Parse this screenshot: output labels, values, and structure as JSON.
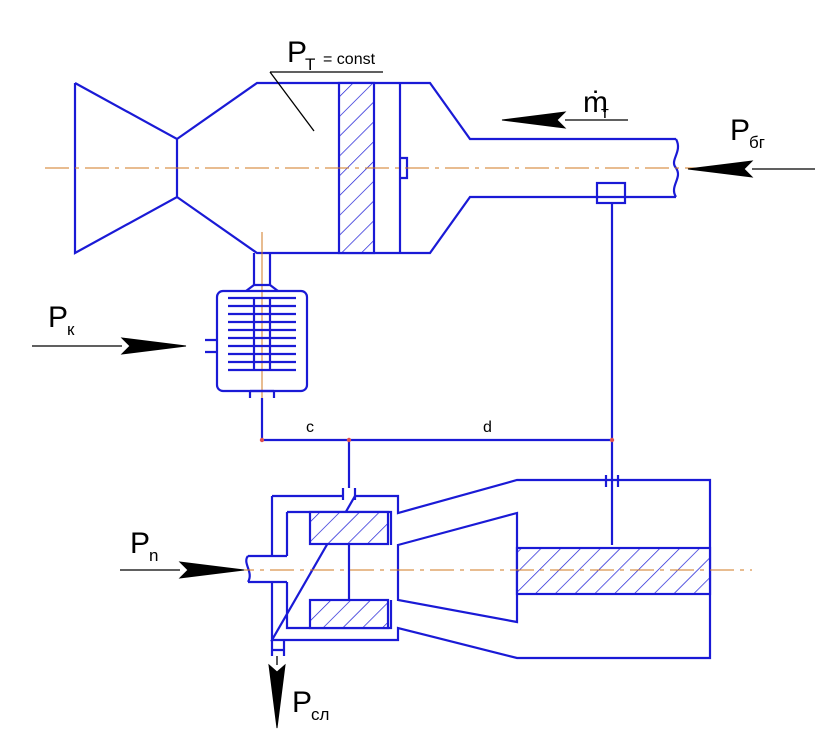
{
  "labels": {
    "pt_main": "P",
    "pt_sub": "T",
    "pt_suffix": "= const",
    "mdot_main": "ṁ",
    "mdot_sub": "т",
    "pbg_main": "P",
    "pbg_sub": "бг",
    "pk_main": "P",
    "pk_sub": "к",
    "pn_main": "P",
    "pn_sub": "n",
    "psl_main": "P",
    "psl_sub": "сл",
    "node_c": "c",
    "node_d": "d"
  },
  "colors": {
    "line": "#1a1ad6",
    "axis": "#d07a20",
    "arrow": "#000000",
    "node": "#e05050"
  }
}
